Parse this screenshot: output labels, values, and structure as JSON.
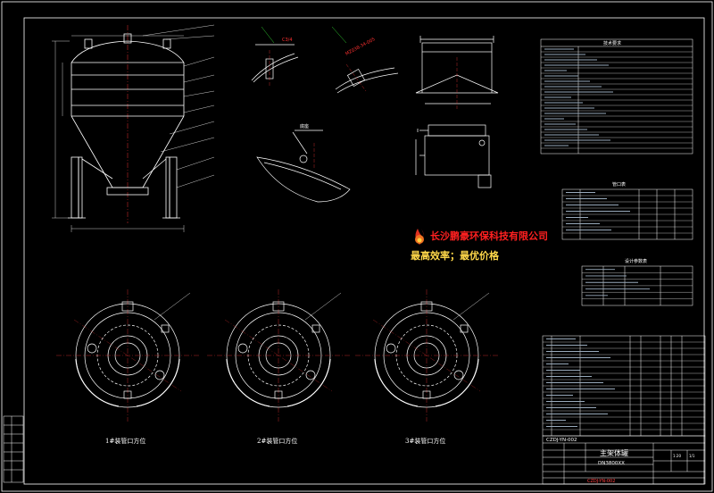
{
  "colors": {
    "background": "#000000",
    "border": "#ffffff",
    "geometry": "#ffffff",
    "centerline": "#e83030",
    "dimension": "#ffffff",
    "annotation_red": "#ff3030",
    "company_text": "#ff2020",
    "slogan_text": "#ffd84a",
    "leader_green": "#30d030"
  },
  "company": {
    "name": "长沙鹏豪环保科技有限公司",
    "slogan": "最高效率；最优价格"
  },
  "views": {
    "detail_a_label": "C3/4",
    "detail_b_label": "MZ038-34-005",
    "detail_c_label": "底座",
    "nozzle_view_1": "1#装管口方位",
    "nozzle_view_2": "2#装管口方位",
    "nozzle_view_3": "3#装管口方位"
  },
  "tables": {
    "technical_requirements_title": "技术要求",
    "nozzle_table_title": "管口表",
    "design_data_title": "设计参数表"
  },
  "title_block": {
    "drawing_name": "主架体罐",
    "drawing_code": "DN3800XX",
    "part_code": "CZDJ-YN-002",
    "red_stamp": "CZDJ-YN-002",
    "scale": "1:20",
    "sheet": "1/1"
  }
}
